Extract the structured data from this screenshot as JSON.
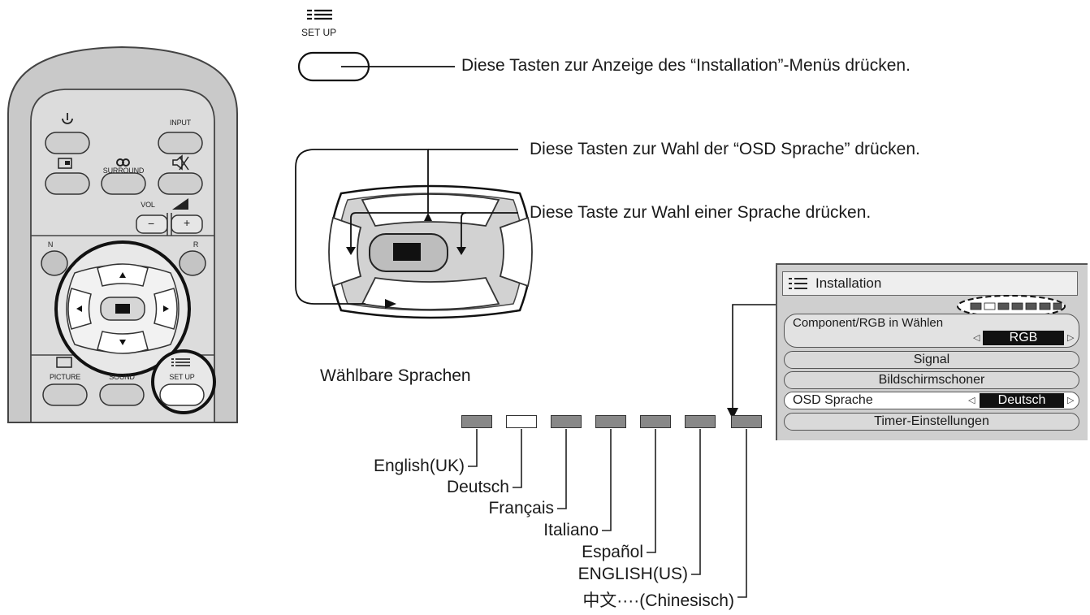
{
  "remote": {
    "input_label": "INPUT",
    "surround_label": "SURROUND",
    "vol_label": "VOL",
    "minus_label": "−",
    "plus_label": "+",
    "n_label": "N",
    "r_label": "R",
    "picture_label": "PICTURE",
    "sound_label": "SOUND",
    "setup_label": "SET UP"
  },
  "setup_key": {
    "label": "SET UP"
  },
  "callouts": {
    "setup": "Diese Tasten zur Anzeige des “Installation”-Menüs drücken.",
    "updown": "Diese Tasten zur Wahl der “OSD Sprache” drücken.",
    "leftright": "Diese Taste zur Wahl einer Sprache drücken."
  },
  "languages_heading": "Wählbare Sprachen",
  "languages": [
    {
      "name": "English(UK)",
      "selected": false
    },
    {
      "name": "Deutsch",
      "selected": true
    },
    {
      "name": "Français",
      "selected": false
    },
    {
      "name": "Italiano",
      "selected": false
    },
    {
      "name": "Español",
      "selected": false
    },
    {
      "name": "ENGLISH(US)",
      "selected": false
    },
    {
      "name": "中文····(Chinesisch)",
      "selected": false
    }
  ],
  "osd": {
    "title": "Installation",
    "component_label": "Component/RGB in Wählen",
    "component_value": "RGB",
    "signal": "Signal",
    "screensaver": "Bildschirmschoner",
    "osd_language_label": "OSD Sprache",
    "osd_language_value": "Deutsch",
    "timer": "Timer-Einstellungen"
  }
}
